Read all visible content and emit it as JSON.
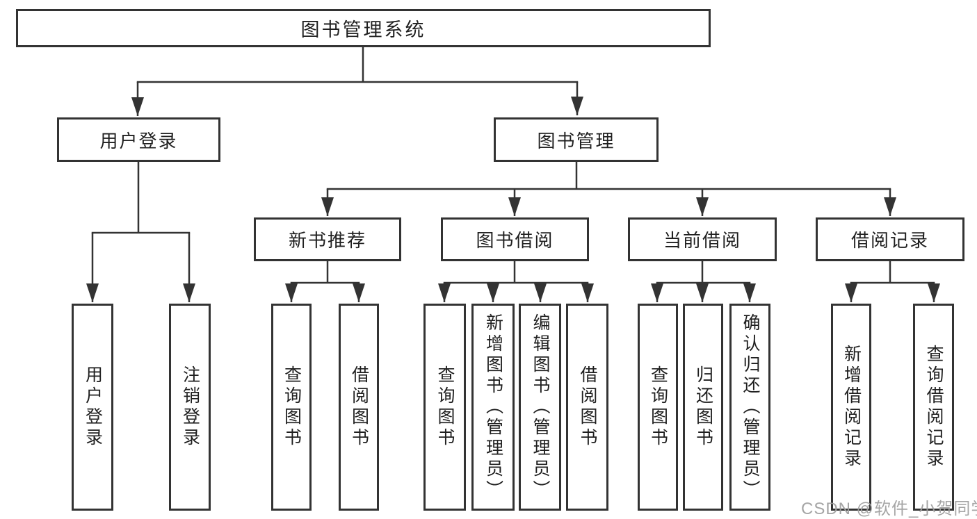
{
  "diagram": {
    "title": "图书管理系统",
    "root": {
      "label": "图书管理系统"
    },
    "branches": [
      {
        "label": "用户登录",
        "children": [
          "用户登录",
          "注销登录"
        ]
      },
      {
        "label": "图书管理",
        "children": [
          {
            "label": "新书推荐",
            "children": [
              "查询图书",
              "借阅图书"
            ]
          },
          {
            "label": "图书借阅",
            "children": [
              "查询图书",
              "新增图书（管理员）",
              "编辑图书（管理员）",
              "借阅图书"
            ]
          },
          {
            "label": "当前借阅",
            "children": [
              "查询图书",
              "归还图书",
              "确认归还（管理员）"
            ]
          },
          {
            "label": "借阅记录",
            "children": [
              "新增借阅记录",
              "查询借阅记录"
            ]
          }
        ]
      }
    ]
  },
  "watermark": {
    "text": "CSDN @软件_小贺同学",
    "color": "#a0a0a0"
  },
  "colors": {
    "line": "#333333",
    "box_border": "#333333",
    "text": "#1f1f1f",
    "background": "#ffffff"
  }
}
